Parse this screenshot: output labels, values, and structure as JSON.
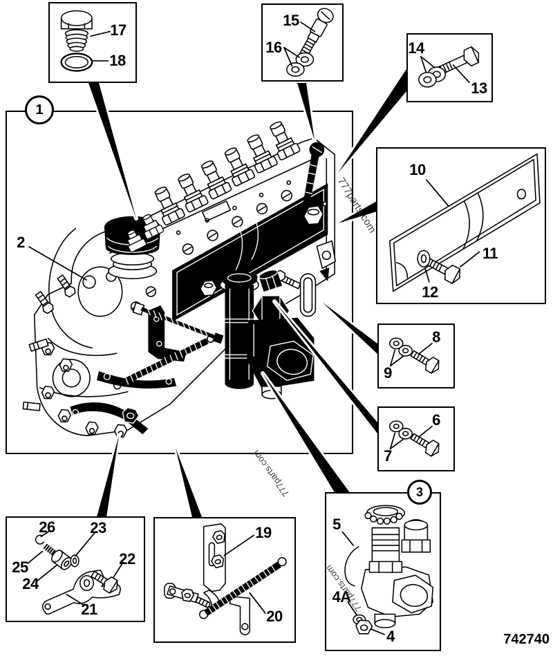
{
  "drawing": {
    "number": "742740",
    "watermark": "777parts.com",
    "ink_color": "#000000",
    "paper_color": "#ffffff",
    "watermark_color": "#2b2b2b"
  },
  "callouts": {
    "b1": "1",
    "b3": "3",
    "n2": "2",
    "n4": "4",
    "n4a": "4A",
    "n5": "5",
    "n6": "6",
    "n7": "7",
    "n8": "8",
    "n9": "9",
    "n10": "10",
    "n11": "11",
    "n12": "12",
    "n13": "13",
    "n14": "14",
    "n15": "15",
    "n16": "16",
    "n17": "17",
    "n18": "18",
    "n19": "19",
    "n20": "20",
    "n21": "21",
    "n22": "22",
    "n23": "23",
    "n24": "24",
    "n25": "25",
    "n26": "26"
  }
}
